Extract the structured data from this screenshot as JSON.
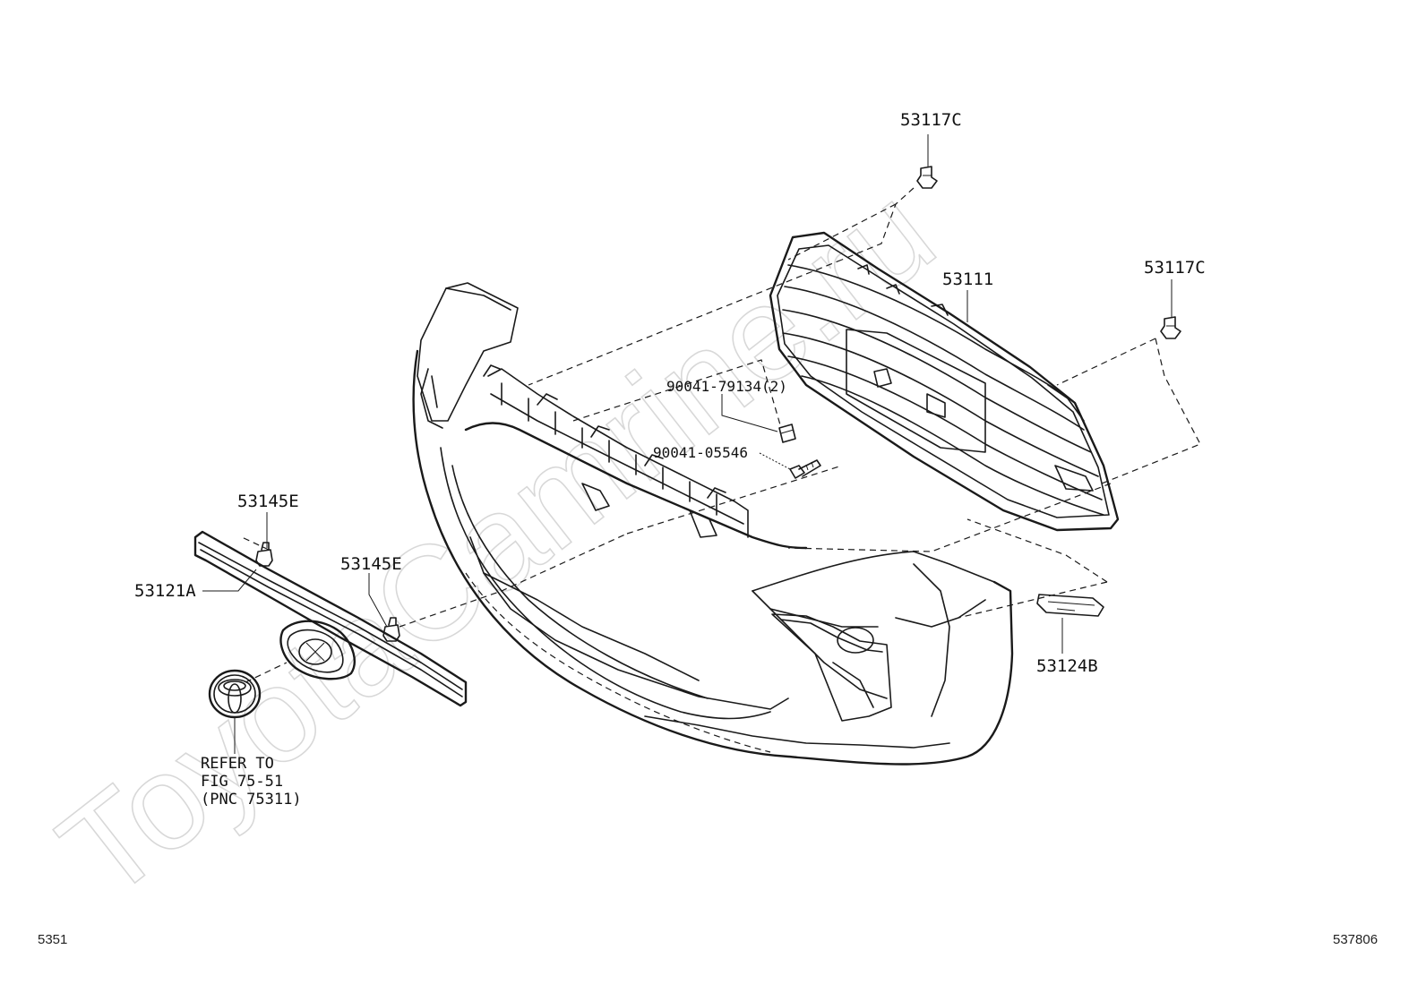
{
  "watermark": "ToyotaCamrine.ru",
  "labels": {
    "clip_top": "53117C",
    "clip_right": "53117C",
    "grille": "53111",
    "nut": "90041-79134(2)",
    "screw": "90041-05546",
    "clip_left": "53145E",
    "clip_mid": "53145E",
    "molding": "53121A",
    "cover": "53124B"
  },
  "note": {
    "line1": "REFER TO",
    "line2": "FIG 75-51",
    "line3": "(PNC 75311)"
  },
  "footer": {
    "left_code": "5351",
    "right_code": "537806"
  }
}
